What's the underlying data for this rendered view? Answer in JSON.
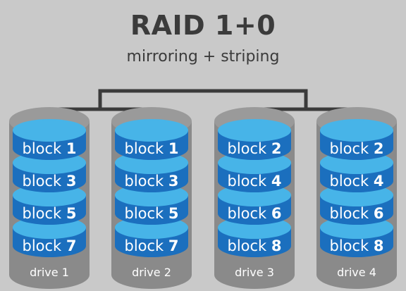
{
  "header": {
    "title": "RAID 1+0",
    "subtitle": "mirroring + striping"
  },
  "colors": {
    "background": "#c9c9c9",
    "drive_body": "#8a8a8a",
    "connector": "#3b3b3b",
    "platter_side": "#1b6fbe",
    "platter_top": "#47b4e8"
  },
  "drives": [
    {
      "label": "drive 1",
      "blocks": [
        {
          "word": "block",
          "num": "1"
        },
        {
          "word": "block",
          "num": "3"
        },
        {
          "word": "block",
          "num": "5"
        },
        {
          "word": "block",
          "num": "7"
        }
      ]
    },
    {
      "label": "drive 2",
      "blocks": [
        {
          "word": "block",
          "num": "1"
        },
        {
          "word": "block",
          "num": "3"
        },
        {
          "word": "block",
          "num": "5"
        },
        {
          "word": "block",
          "num": "7"
        }
      ]
    },
    {
      "label": "drive 3",
      "blocks": [
        {
          "word": "block",
          "num": "2"
        },
        {
          "word": "block",
          "num": "4"
        },
        {
          "word": "block",
          "num": "6"
        },
        {
          "word": "block",
          "num": "8"
        }
      ]
    },
    {
      "label": "drive 4",
      "blocks": [
        {
          "word": "block",
          "num": "2"
        },
        {
          "word": "block",
          "num": "4"
        },
        {
          "word": "block",
          "num": "6"
        },
        {
          "word": "block",
          "num": "8"
        }
      ]
    }
  ]
}
